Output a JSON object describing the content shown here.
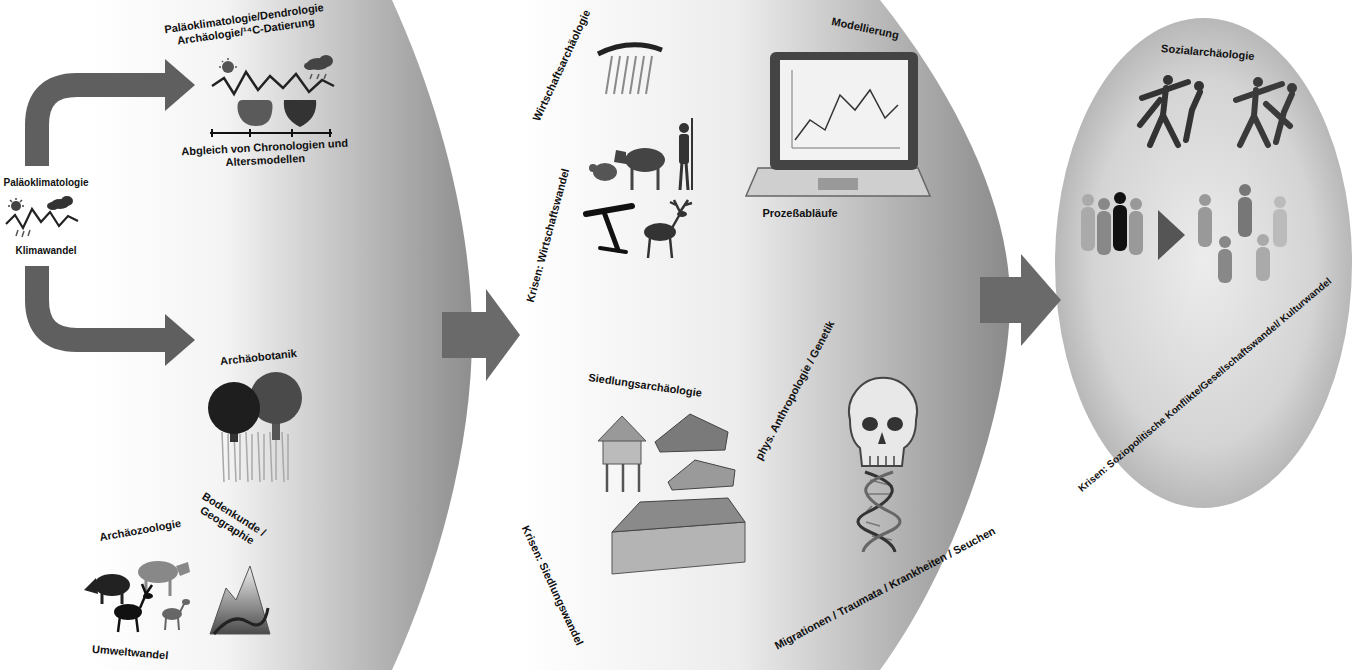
{
  "diagram": {
    "nodes": [
      {
        "text": [
          "Paläoklimatologie",
          "Klimawandel"
        ]
      },
      {
        "text": [
          "Paläoklimatologie/Dendrologie Archäologie/¹⁴C-Datierung",
          "Abgleich von Chronologien und Altersmodellen",
          "Archäobotanik",
          "Archäozoologie",
          "Bodenkunde / Geographie",
          "Umweltwandel"
        ]
      },
      {
        "text": [
          "Wirtschaftsarchäologie",
          "Krisen: Wirtschaftswandel",
          "Modellierung",
          "Prozeßabläufe",
          "Siedlungsarchäologie",
          "Krisen: Siedlungswandel",
          "phys. Anthropologie / Genetik",
          "Migrationen / Traumata / Krankheiten / Seuchen"
        ]
      },
      {
        "text": [
          "Sozialarchäologie",
          "Krisen: Soziopolitische Konflikte/Gesellschaftswandel/ Kulturwandel"
        ]
      }
    ],
    "edges": [
      {
        "from": 0,
        "to": 1,
        "arrow": "to"
      },
      {
        "from": 0,
        "to": 1,
        "arrow": "to"
      },
      {
        "from": 1,
        "to": 2,
        "arrow": "to"
      },
      {
        "from": 2,
        "to": 3,
        "arrow": "to"
      }
    ]
  }
}
